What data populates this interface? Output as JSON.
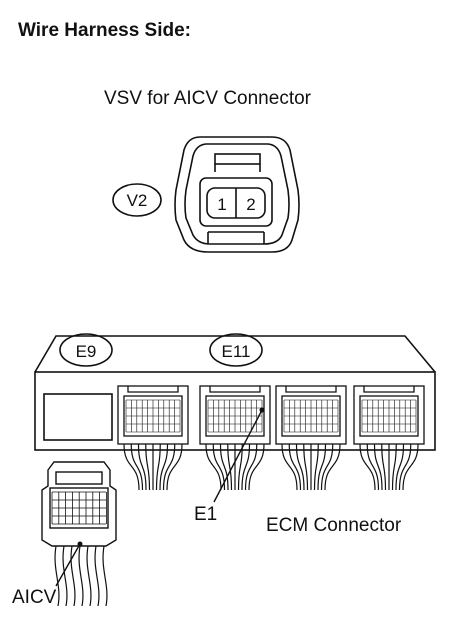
{
  "heading": "Wire Harness Side:",
  "vsv_connector": {
    "title": "VSV for AICV Connector",
    "code": "V2",
    "pins": [
      "1",
      "2"
    ]
  },
  "ecm": {
    "codes": [
      "E9",
      "E11"
    ],
    "pointer_label": "E1",
    "connector_label": "ECM Connector",
    "side_connector_label": "AICV"
  }
}
